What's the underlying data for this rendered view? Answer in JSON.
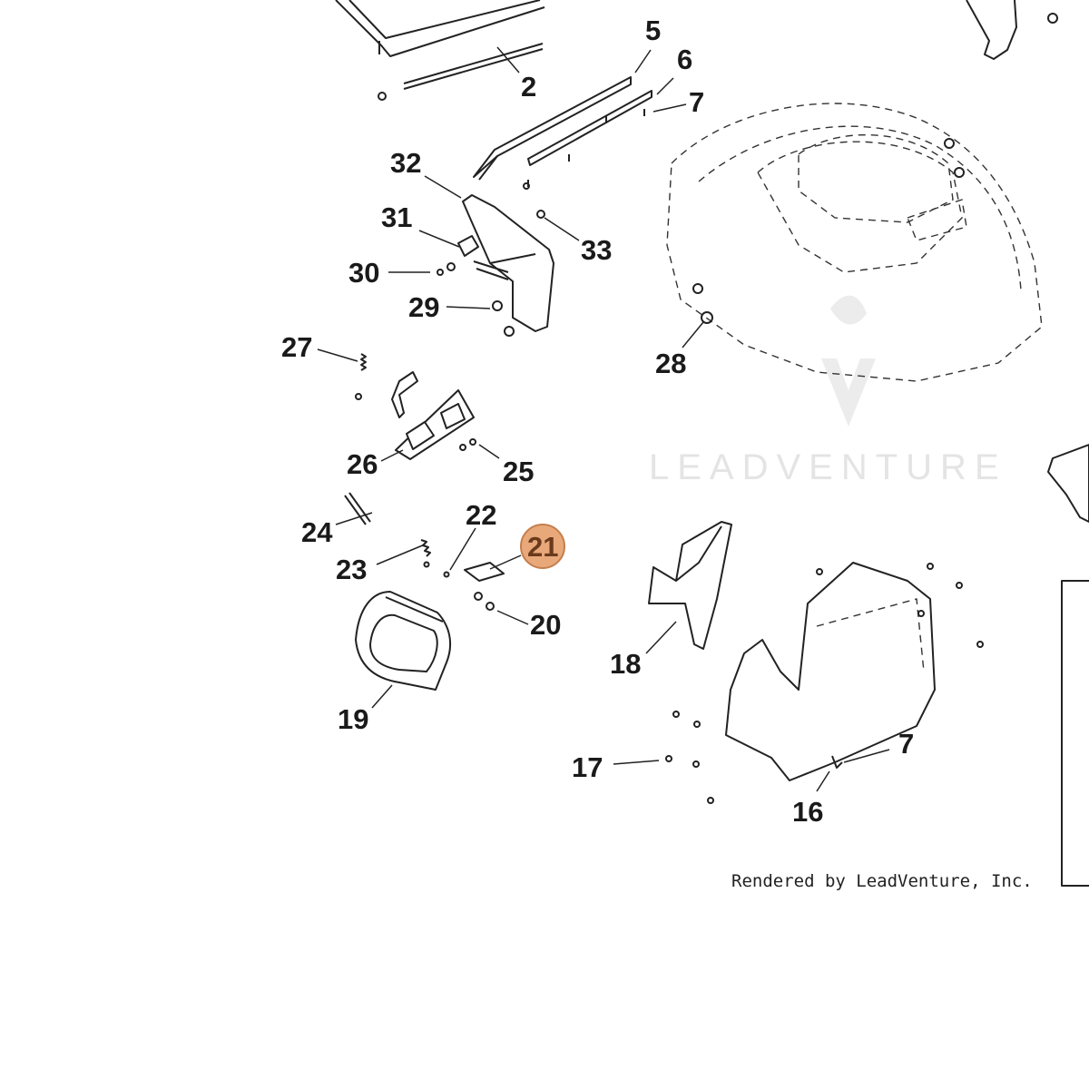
{
  "diagram": {
    "callouts": [
      {
        "id": "c2",
        "label": "2"
      },
      {
        "id": "c5",
        "label": "5"
      },
      {
        "id": "c6",
        "label": "6"
      },
      {
        "id": "c7a",
        "label": "7"
      },
      {
        "id": "c32",
        "label": "32"
      },
      {
        "id": "c31",
        "label": "31"
      },
      {
        "id": "c33",
        "label": "33"
      },
      {
        "id": "c30",
        "label": "30"
      },
      {
        "id": "c29",
        "label": "29"
      },
      {
        "id": "c27",
        "label": "27"
      },
      {
        "id": "c28",
        "label": "28"
      },
      {
        "id": "c26",
        "label": "26"
      },
      {
        "id": "c25",
        "label": "25"
      },
      {
        "id": "c24",
        "label": "24"
      },
      {
        "id": "c22",
        "label": "22"
      },
      {
        "id": "c21",
        "label": "21",
        "highlighted": true
      },
      {
        "id": "c23",
        "label": "23"
      },
      {
        "id": "c20",
        "label": "20"
      },
      {
        "id": "c18",
        "label": "18"
      },
      {
        "id": "c19",
        "label": "19"
      },
      {
        "id": "c17",
        "label": "17"
      },
      {
        "id": "c7b",
        "label": "7"
      },
      {
        "id": "c16",
        "label": "16"
      }
    ],
    "highlight_color": "#e9a87a",
    "credit": "Rendered by LeadVenture, Inc.",
    "watermark": "LEADVENTURE"
  }
}
